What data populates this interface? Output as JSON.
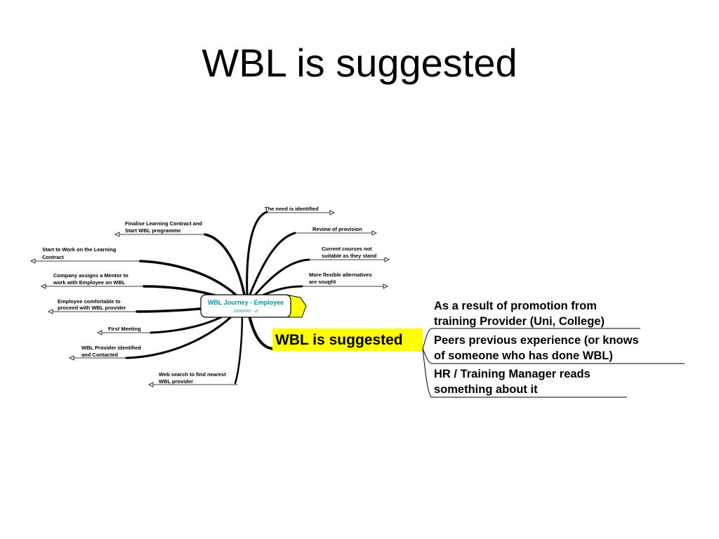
{
  "slide": {
    "title": "WBL is suggested"
  },
  "mindmap": {
    "center": {
      "title": "WBL Journey - Employee",
      "date": "03/08/2007 - v3"
    },
    "focus": {
      "label": "WBL is suggested",
      "highlight_color": "#ffff00"
    },
    "colors": {
      "center_text": "#1a8aa6",
      "center_box": "#ffff00",
      "lines": "#000000"
    },
    "right_branches": {
      "need": [
        "The need is identified"
      ],
      "review": [
        "Review of provision"
      ],
      "current": [
        "Current courses not",
        "suitable as they stand"
      ],
      "flexible": [
        "More flexible alternatives",
        "are sought"
      ]
    },
    "left_branches": {
      "finalise": [
        "Finalise Learning Contract and",
        "Start WBL programme"
      ],
      "start": [
        "Start to Work on the Learning",
        "Contract"
      ],
      "mentor": [
        "Company assigns a Mentor to",
        "work with Employee on WBL"
      ],
      "comfortable": [
        "Employee comfortable to",
        "proceed with WBL provider"
      ],
      "first": [
        "First Meeting"
      ],
      "identified": [
        "WBL Provider identified",
        "and Contacted"
      ],
      "web": [
        "Web search to find nearest",
        "WBL provider"
      ]
    },
    "focus_branches": {
      "promotion": [
        "As a result of promotion from",
        "training Provider (Uni, College)"
      ],
      "peers": [
        "Peers previous experience (or knows",
        "of someone who has done WBL)"
      ],
      "hr": [
        "HR / Training Manager reads",
        "something about it"
      ]
    }
  }
}
